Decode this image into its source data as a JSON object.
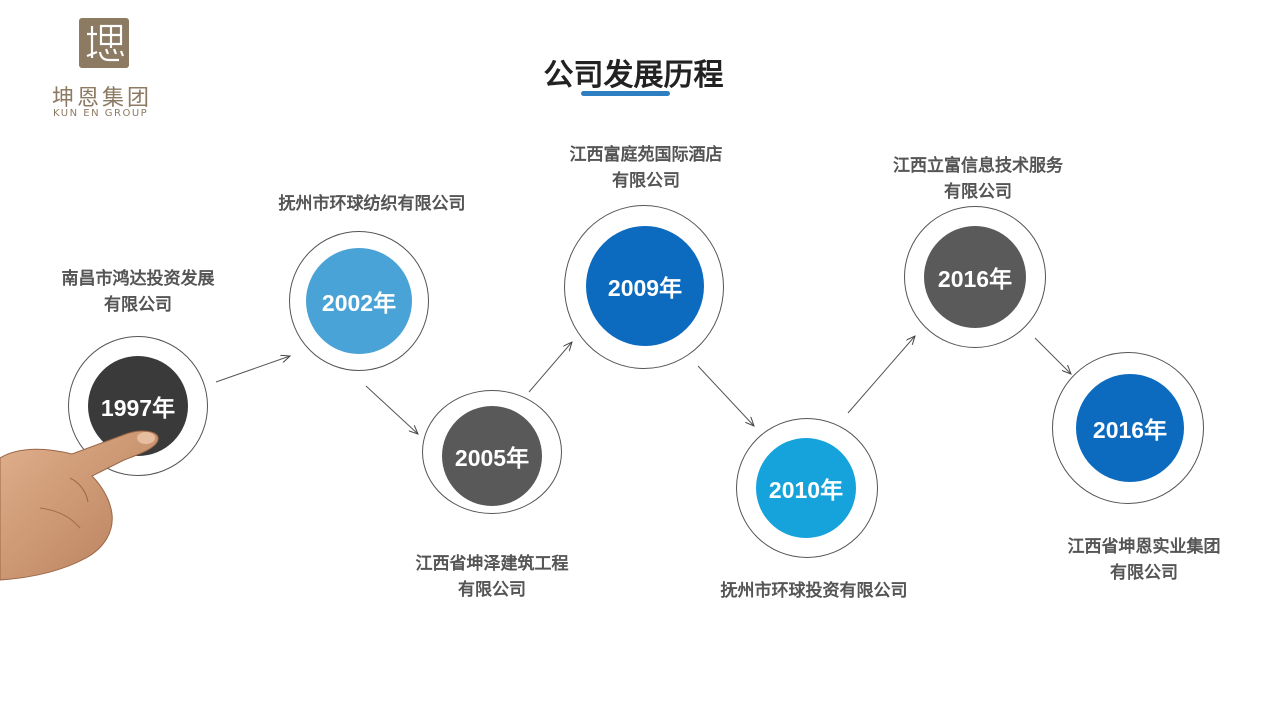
{
  "logo": {
    "name": "坤恩集团",
    "sub": "KUN EN GROUP"
  },
  "title": "公司发展历程",
  "milestones": [
    {
      "year": "1997年",
      "line1": "南昌市鸿达投资发展",
      "line2": "有限公司",
      "color": "#3a3a3a"
    },
    {
      "year": "2002年",
      "line1": "抚州市环球纺织有限公司",
      "line2": "",
      "color": "#4aa3d6"
    },
    {
      "year": "2005年",
      "line1": "江西省坤泽建筑工程",
      "line2": "有限公司",
      "color": "#595959"
    },
    {
      "year": "2009年",
      "line1": "江西富庭苑国际酒店",
      "line2": "有限公司",
      "color": "#0c6bbf"
    },
    {
      "year": "2010年",
      "line1": "抚州市环球投资有限公司",
      "line2": "",
      "color": "#16a3dc"
    },
    {
      "year": "2016年",
      "line1": "江西立富信息技术服务",
      "line2": "有限公司",
      "color": "#5a5a5a"
    },
    {
      "year": "2016年",
      "line1": "江西省坤恩实业集团",
      "line2": "有限公司",
      "color": "#0c6bbf"
    }
  ]
}
